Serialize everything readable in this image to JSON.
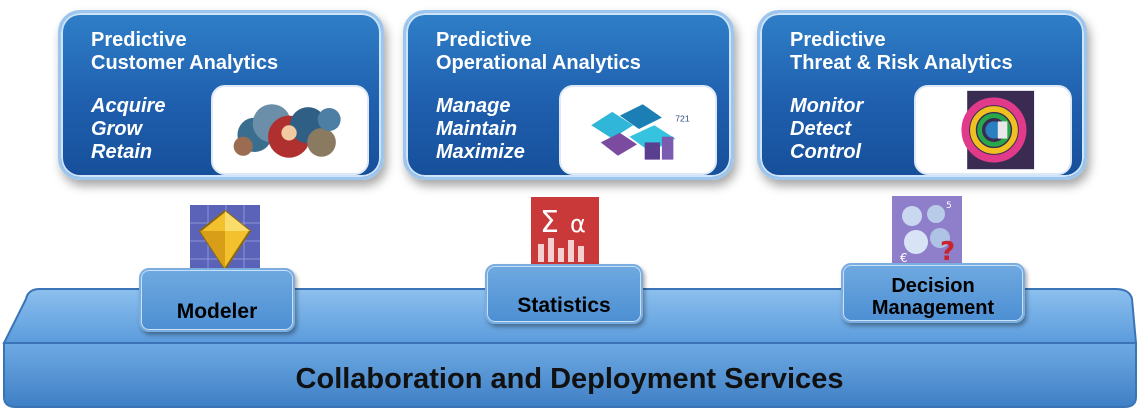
{
  "cards": [
    {
      "title_line1": "Predictive",
      "title_line2": "Customer Analytics",
      "verbs": [
        "Acquire",
        "Grow",
        "Retain"
      ],
      "image_icon": "customer-collage-icon"
    },
    {
      "title_line1": "Predictive",
      "title_line2": "Operational Analytics",
      "verbs": [
        "Manage",
        "Maintain",
        "Maximize"
      ],
      "image_icon": "operations-collage-icon"
    },
    {
      "title_line1": "Predictive",
      "title_line2": "Threat & Risk Analytics",
      "verbs": [
        "Monitor",
        "Detect",
        "Control"
      ],
      "image_icon": "risk-collage-icon"
    }
  ],
  "products": [
    {
      "label_line1": "Modeler",
      "label_line2": "",
      "icon": "modeler-gem-icon"
    },
    {
      "label_line1": "Statistics",
      "label_line2": "",
      "icon": "statistics-sigma-icon"
    },
    {
      "label_line1": "Decision",
      "label_line2": "Management",
      "icon": "decision-spheres-icon"
    }
  ],
  "platform": {
    "title": "Collaboration and Deployment Services"
  },
  "colors": {
    "card_blue": "#1f5fae",
    "card_border": "#9cc6ee",
    "slab_blue": "#5b9bdc",
    "tab_blue": "#4c8fd3"
  }
}
